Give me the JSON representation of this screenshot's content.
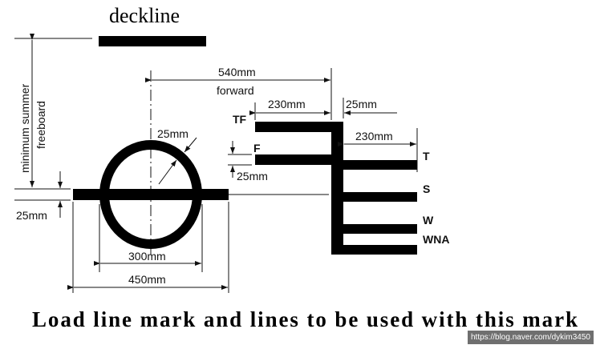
{
  "deckline_label": "deckline",
  "freeboard_label_line1": "minimum summer",
  "freeboard_label_line2": "freeboard",
  "dimensions": {
    "d540": "540mm",
    "forward": "forward",
    "d230_top": "230mm",
    "d25_top": "25mm",
    "d230_right": "230mm",
    "d25_ring": "25mm",
    "d25_f": "25mm",
    "d25_left": "25mm",
    "d300": "300mm",
    "d450": "450mm"
  },
  "line_labels": {
    "TF": "TF",
    "F": "F",
    "T": "T",
    "S": "S",
    "W": "W",
    "WNA": "WNA"
  },
  "caption": "Load line mark and lines to be used with this mark",
  "credit": "https://blog.naver.com/dykim3450"
}
